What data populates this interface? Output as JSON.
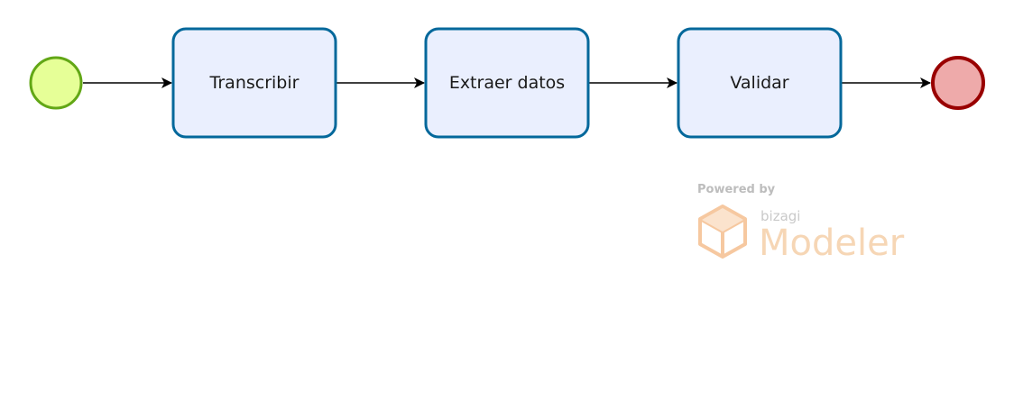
{
  "diagram": {
    "start_event": {
      "type": "start-event"
    },
    "tasks": [
      {
        "label": "Transcribir"
      },
      {
        "label": "Extraer datos"
      },
      {
        "label": "Validar"
      }
    ],
    "end_event": {
      "type": "end-event"
    },
    "flows": [
      "start→Transcribir",
      "Transcribir→Extraer datos",
      "Extraer datos→Validar",
      "Validar→end"
    ]
  },
  "watermark": {
    "powered_by": "Powered by",
    "brand": "bizagi",
    "product": "Modeler"
  },
  "colors": {
    "start_fill": "#e6ff97",
    "start_stroke": "#62a716",
    "task_fill": "#eaeffe",
    "task_stroke": "#03689b",
    "end_fill": "#eeaaaa",
    "end_stroke": "#990000",
    "flow": "#000000",
    "watermark_accent": "#f6c8a0"
  }
}
